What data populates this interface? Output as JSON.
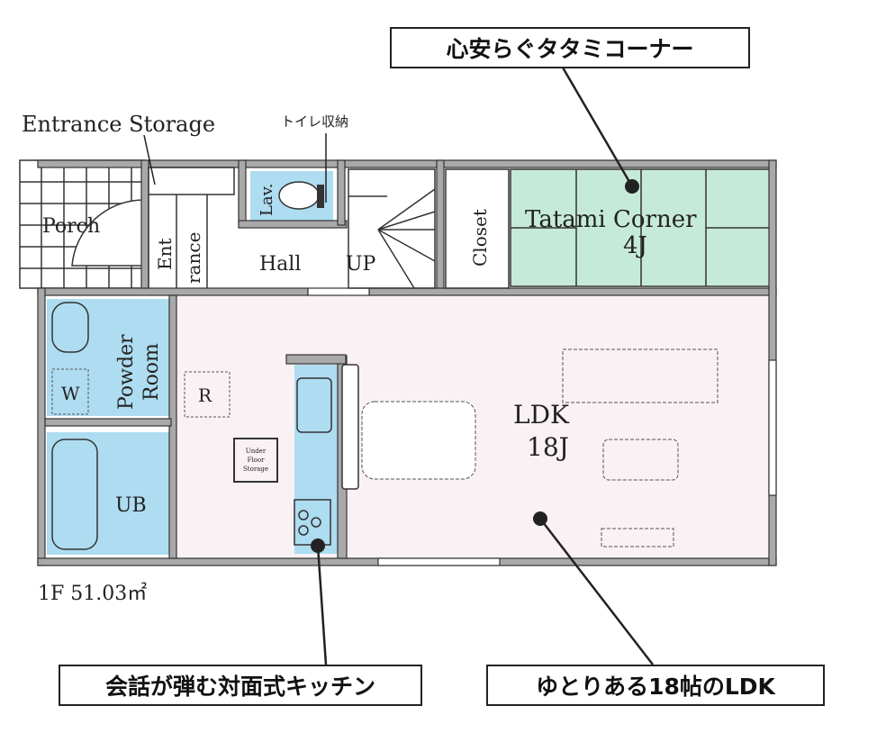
{
  "labels": {
    "entrance_storage": "Entrance Storage",
    "toilet_storage": "トイレ収納",
    "porch": "Porch",
    "entrance_1": "Ent",
    "entrance_2": "rance",
    "lavatory": "Lav.",
    "hall": "Hall",
    "up": "UP",
    "closet": "Closet",
    "tatami_corner": "Tatami Corner",
    "tatami_size": "4J",
    "powder_room_1": "Powder",
    "powder_room_2": "Room",
    "washer": "W",
    "refrigerator": "R",
    "under_floor_1": "Under",
    "under_floor_2": "Floor",
    "under_floor_3": "Storage",
    "unit_bath": "UB",
    "ldk": "LDK",
    "ldk_size": "18J",
    "floor_area": "1F 51.03㎡"
  },
  "callouts": {
    "tatami": "心安らぐタタミコーナー",
    "kitchen": "会話が弾む対面式キッチン",
    "ldk": "ゆとりある18帖のLDK"
  },
  "colors": {
    "wall": "#a9a9a9",
    "water": "#aedcf0",
    "tatami": "#c6ead9",
    "ldk_floor": "#f9f1f3"
  }
}
